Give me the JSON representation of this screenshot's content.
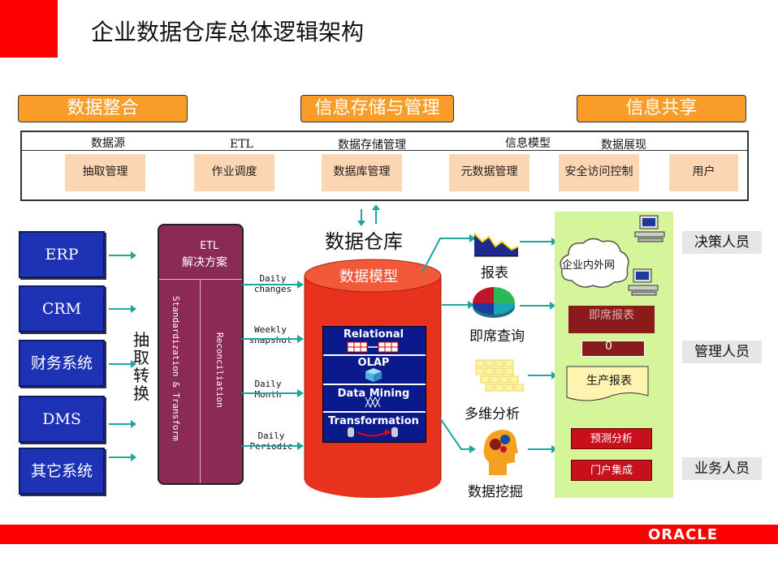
{
  "title": "企业数据仓库总体逻辑架构",
  "headers": [
    "数据整合",
    "信息存储与管理",
    "信息共享"
  ],
  "process_panel": {
    "labels": [
      "数据源",
      "ETL",
      "数据存储管理",
      "信息模型",
      "数据展现"
    ],
    "boxes": [
      "抽取管理",
      "作业调度",
      "数据库管理",
      "元数据管理",
      "安全访问控制",
      "用户"
    ]
  },
  "sources": [
    "ERP",
    "CRM",
    "财务系统",
    "DMS",
    "其它系统"
  ],
  "extract_label": "抽取转换",
  "etl": {
    "title_line1": "ETL",
    "title_line2": "解决方案",
    "col_left": "Standardization & Transform",
    "col_right": "Reconciliation",
    "loads": [
      {
        "line1": "Daily",
        "line2": "changes"
      },
      {
        "line1": "Weekly",
        "line2": "snapshot"
      },
      {
        "line1": "Daily",
        "line2": "Month"
      },
      {
        "line1": "Daily",
        "line2": "Periodic"
      }
    ]
  },
  "warehouse": {
    "title": "数据仓库",
    "model": "数据模型",
    "layers": [
      "Relational",
      "OLAP",
      "Data Mining",
      "Transformation"
    ]
  },
  "tools": [
    "报表",
    "即席查询",
    "多维分析",
    "数据挖掘"
  ],
  "users_area": {
    "cloud": "企业内外网",
    "adhoc": "即席报表",
    "production": "生产报表",
    "forecast": "预测分析",
    "portal": "门户集成"
  },
  "roles": [
    "决策人员",
    "管理人员",
    "业务人员"
  ],
  "footer_brand": "ORACLE"
}
